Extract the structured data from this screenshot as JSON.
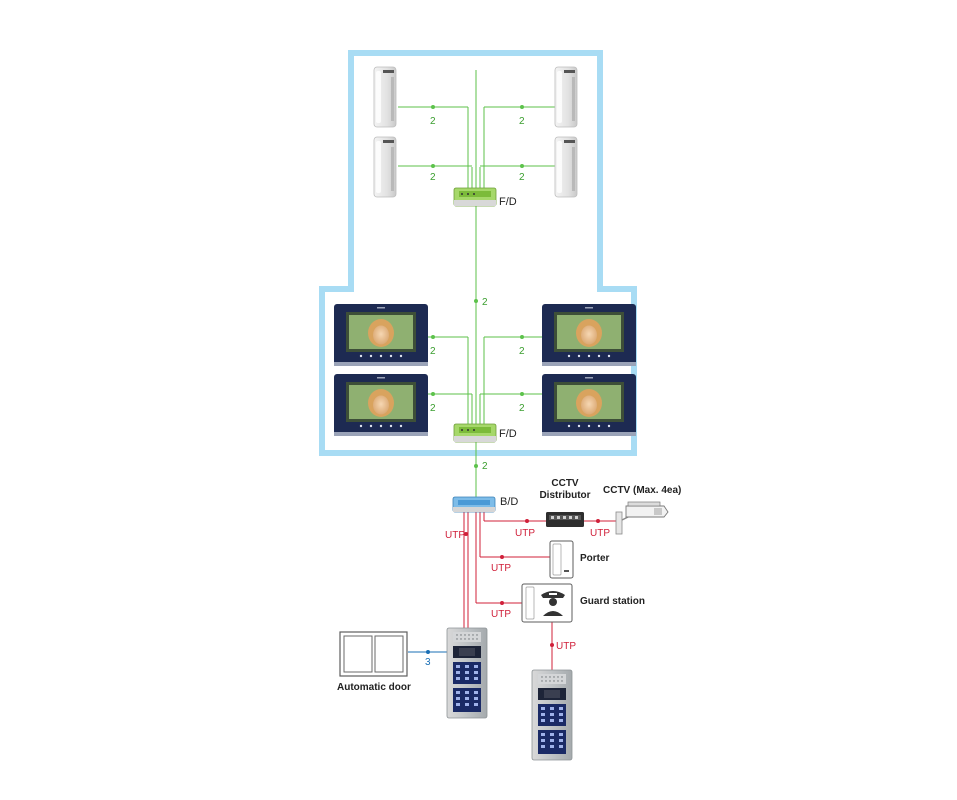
{
  "labels": {
    "fd": "F/D",
    "bd": "B/D",
    "cctv_distributor_1": "CCTV",
    "cctv_distributor_2": "Distributor",
    "cctv": "CCTV (Max. 4ea)",
    "porter": "Porter",
    "guard_station": "Guard station",
    "automatic_door": "Automatic door"
  },
  "wires": {
    "two": "2",
    "three": "3",
    "utp": "UTP"
  },
  "colors": {
    "floor_border": "#a8dcf4",
    "green_wire": "#5cc24a",
    "red_wire": "#d0203a",
    "blue_wire": "#1a6fb5",
    "monitor_frame": "#1d2a52",
    "fd_device": "#8ccf3e",
    "bd_device": "#5aa8e0"
  }
}
